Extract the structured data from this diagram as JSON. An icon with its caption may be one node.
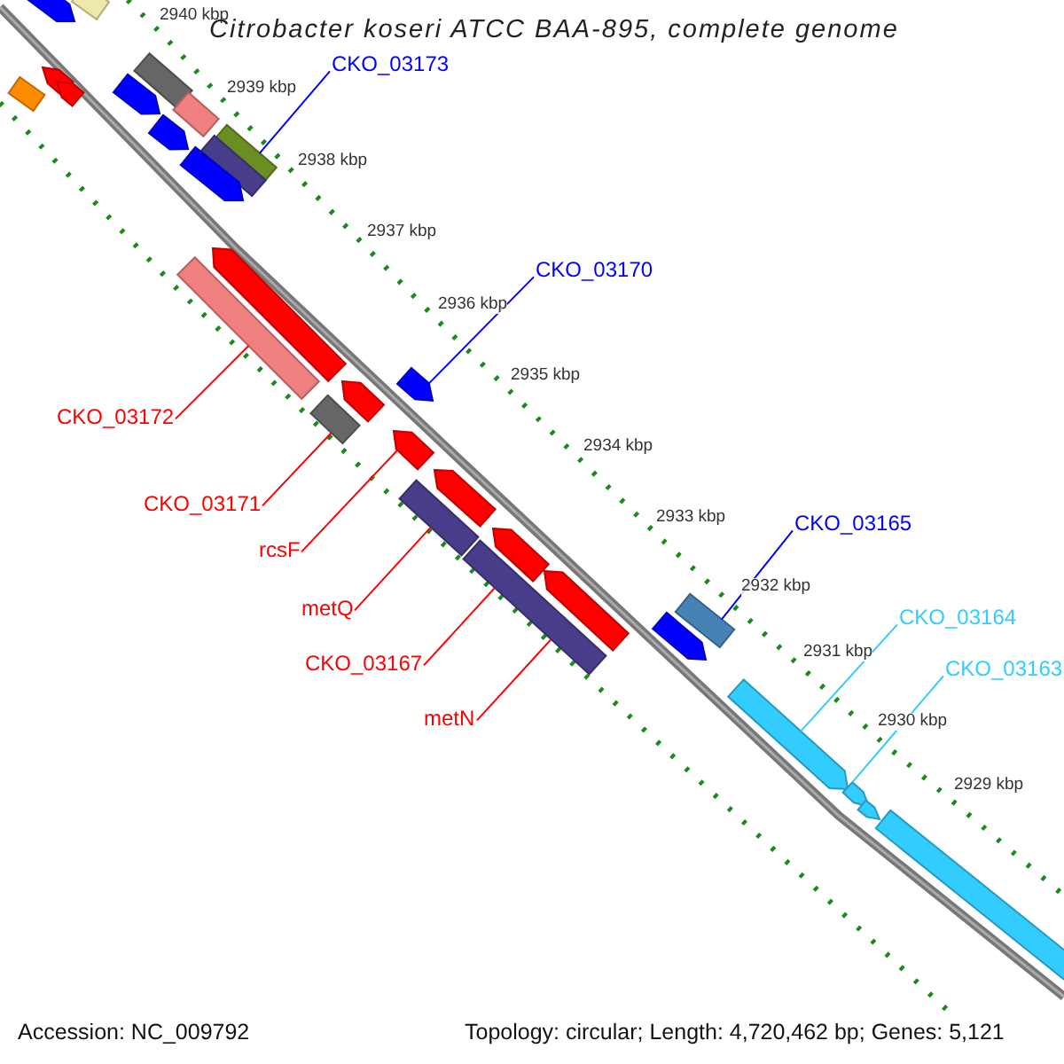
{
  "diagram": {
    "title": "Citrobacter koseri ATCC BAA-895, complete genome",
    "nodes": [
      {
        "text": [
          "CKO_03173"
        ]
      },
      {
        "text": [],
        "shape": "bar"
      },
      {
        "text": [
          "CKO_03170"
        ]
      },
      {
        "text": [],
        "shape": "arrow"
      },
      {
        "text": [
          "CKO_03172"
        ]
      },
      {
        "text": [],
        "shape": "bar"
      },
      {
        "text": [
          "CKO_03171"
        ]
      },
      {
        "text": [],
        "shape": "bar"
      },
      {
        "text": [
          "rcsF"
        ]
      },
      {
        "text": [],
        "shape": "arrow"
      },
      {
        "text": [
          "metQ"
        ]
      },
      {
        "text": [],
        "shape": "bar"
      },
      {
        "text": [
          "CKO_03167"
        ]
      },
      {
        "text": [],
        "shape": "bar"
      },
      {
        "text": [
          "metN"
        ]
      },
      {
        "text": [
          "CKO_03165"
        ]
      },
      {
        "text": [],
        "shape": "bar"
      },
      {
        "text": [
          "CKO_03164"
        ]
      },
      {
        "text": [],
        "shape": "arrow"
      },
      {
        "text": [
          "CKO_03163"
        ]
      },
      {
        "text": [],
        "shape": "arrow"
      },
      {
        "text": [],
        "shape": "arrow"
      },
      {
        "text": [],
        "shape": "bar"
      },
      {
        "text": [],
        "shape": "bar"
      },
      {
        "text": [],
        "shape": "arrow"
      },
      {
        "text": [],
        "shape": "arrow"
      },
      {
        "text": [],
        "shape": "bar"
      },
      {
        "text": [],
        "shape": "arrow"
      },
      {
        "text": [],
        "shape": "arrow"
      },
      {
        "text": [],
        "shape": "bar"
      },
      {
        "text": [],
        "shape": "bar"
      },
      {
        "text": [],
        "shape": "arrow"
      },
      {
        "text": [],
        "shape": "arrow"
      },
      {
        "text": [],
        "shape": "arrow"
      },
      {
        "text": [],
        "shape": "arrow"
      },
      {
        "text": [],
        "shape": "arrow"
      },
      {
        "text": [],
        "shape": "arrow"
      },
      {
        "text": [],
        "shape": "arrow"
      },
      {
        "text": [],
        "shape": "arrow"
      },
      {
        "text": [],
        "shape": "arrow"
      }
    ],
    "edges": [
      {
        "from": 0,
        "to": 1,
        "arrow": "none",
        "color": "#0000ff"
      },
      {
        "from": 2,
        "to": 3,
        "arrow": "none",
        "color": "#0000ff"
      },
      {
        "from": 4,
        "to": 5,
        "arrow": "none"
      },
      {
        "from": 6,
        "to": 7,
        "arrow": "none"
      },
      {
        "from": 8,
        "to": 9,
        "arrow": "none"
      },
      {
        "from": 10,
        "to": 11,
        "arrow": "none"
      },
      {
        "from": 12,
        "to": 13,
        "arrow": "none"
      },
      {
        "from": 14,
        "to": 13,
        "arrow": "none"
      },
      {
        "from": 15,
        "to": 16,
        "arrow": "none",
        "color": "#0000ff"
      },
      {
        "from": 17,
        "to": 18,
        "arrow": "none",
        "color": "#33ccff"
      },
      {
        "from": 19,
        "to": 20,
        "arrow": "none",
        "color": "#33ccff"
      }
    ],
    "labels": [
      "2940 kbp",
      "2939 kbp",
      "2938 kbp",
      "2937 kbp",
      "2936 kbp",
      "2935 kbp",
      "2934 kbp",
      "2933 kbp",
      "2932 kbp",
      "2931 kbp",
      "2930 kbp",
      "2929 kbp",
      "Accession: NC_009792",
      "Topology: circular; Length: 4,720,462 bp; Genes: 5,121"
    ]
  }
}
